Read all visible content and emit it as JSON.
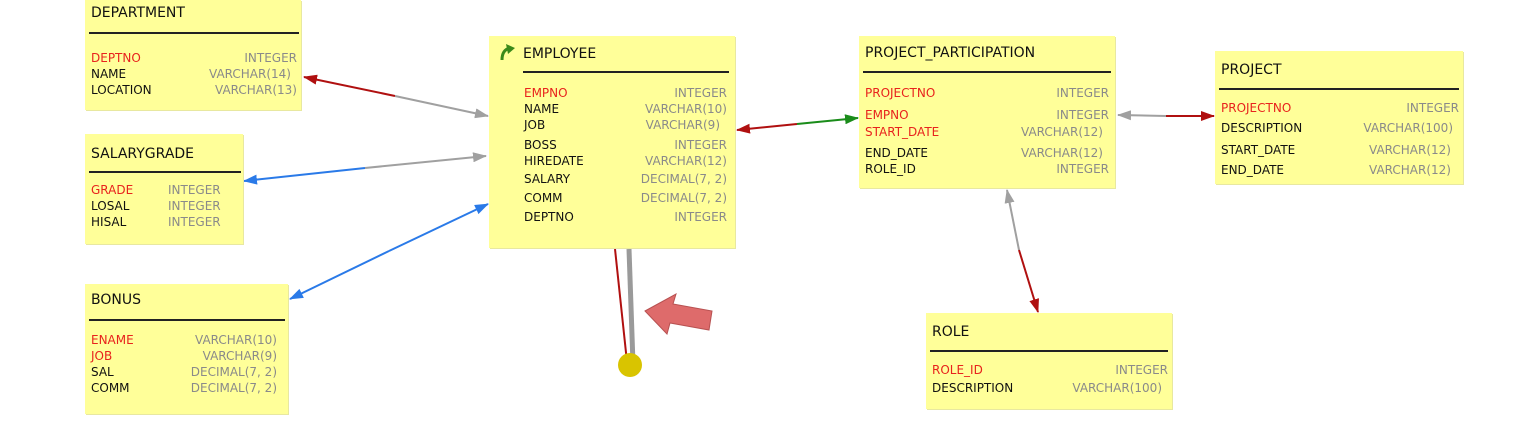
{
  "colors": {
    "entity_fill": "#ffff99",
    "key_column": "#e8231d",
    "type_text": "#8a8a8a",
    "link_red": "#b01010",
    "link_gray": "#a0a0a0",
    "link_blue": "#2a7ae8",
    "link_green": "#1a8c1a",
    "handle": "#d9c400"
  },
  "entities": {
    "department": {
      "title": "DEPARTMENT",
      "columns": [
        {
          "name": "DEPTNO",
          "type": "INTEGER",
          "key": true
        },
        {
          "name": "NAME",
          "type": "VARCHAR(14)",
          "key": false
        },
        {
          "name": "LOCATION",
          "type": "VARCHAR(13)",
          "key": false
        }
      ]
    },
    "salarygrade": {
      "title": "SALARYGRADE",
      "columns": [
        {
          "name": "GRADE",
          "type": "INTEGER",
          "key": true
        },
        {
          "name": "LOSAL",
          "type": "INTEGER",
          "key": false
        },
        {
          "name": "HISAL",
          "type": "INTEGER",
          "key": false
        }
      ]
    },
    "bonus": {
      "title": "BONUS",
      "columns": [
        {
          "name": "ENAME",
          "type": "VARCHAR(10)",
          "key": true
        },
        {
          "name": "JOB",
          "type": "VARCHAR(9)",
          "key": true
        },
        {
          "name": "SAL",
          "type": "DECIMAL(7, 2)",
          "key": false
        },
        {
          "name": "COMM",
          "type": "DECIMAL(7, 2)",
          "key": false
        }
      ]
    },
    "employee": {
      "title": "EMPLOYEE",
      "icon": "green-curved-arrow-icon",
      "columns": [
        {
          "name": "EMPNO",
          "type": "INTEGER",
          "key": true
        },
        {
          "name": "NAME",
          "type": "VARCHAR(10)",
          "key": false
        },
        {
          "name": "JOB",
          "type": "VARCHAR(9)",
          "key": false
        },
        {
          "name": "BOSS",
          "type": "INTEGER",
          "key": false
        },
        {
          "name": "HIREDATE",
          "type": "VARCHAR(12)",
          "key": false
        },
        {
          "name": "SALARY",
          "type": "DECIMAL(7, 2)",
          "key": false
        },
        {
          "name": "COMM",
          "type": "DECIMAL(7, 2)",
          "key": false
        },
        {
          "name": "DEPTNO",
          "type": "INTEGER",
          "key": false
        }
      ]
    },
    "project_participation": {
      "title": "PROJECT_PARTICIPATION",
      "columns": [
        {
          "name": "PROJECTNO",
          "type": "INTEGER",
          "key": true
        },
        {
          "name": "EMPNO",
          "type": "INTEGER",
          "key": true
        },
        {
          "name": "START_DATE",
          "type": "VARCHAR(12)",
          "key": true
        },
        {
          "name": "END_DATE",
          "type": "VARCHAR(12)",
          "key": false
        },
        {
          "name": "ROLE_ID",
          "type": "INTEGER",
          "key": false
        }
      ]
    },
    "project": {
      "title": "PROJECT",
      "columns": [
        {
          "name": "PROJECTNO",
          "type": "INTEGER",
          "key": true
        },
        {
          "name": "DESCRIPTION",
          "type": "VARCHAR(100)",
          "key": false
        },
        {
          "name": "START_DATE",
          "type": "VARCHAR(12)",
          "key": false
        },
        {
          "name": "END_DATE",
          "type": "VARCHAR(12)",
          "key": false
        }
      ]
    },
    "role": {
      "title": "ROLE",
      "columns": [
        {
          "name": "ROLE_ID",
          "type": "INTEGER",
          "key": true
        },
        {
          "name": "DESCRIPTION",
          "type": "VARCHAR(100)",
          "key": false
        }
      ]
    }
  },
  "relationships": [
    {
      "name": "employee-department",
      "from": "employee",
      "to": "department"
    },
    {
      "name": "employee-salarygrade",
      "from": "employee",
      "to": "salarygrade"
    },
    {
      "name": "employee-bonus",
      "from": "employee",
      "to": "bonus"
    },
    {
      "name": "project_participation-employee",
      "from": "project_participation",
      "to": "employee"
    },
    {
      "name": "project_participation-project",
      "from": "project_participation",
      "to": "project"
    },
    {
      "name": "project_participation-role",
      "from": "project_participation",
      "to": "role"
    },
    {
      "name": "employee-boss-self",
      "from": "employee",
      "to": "employee"
    }
  ]
}
